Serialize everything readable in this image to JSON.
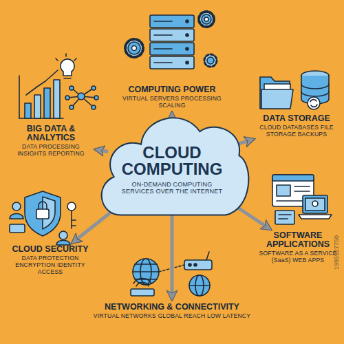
{
  "diagram": {
    "nodes": [
      {
        "text": [
          "COMPUTING POWER",
          "VIRTUAL SERVERS PROCESSING SCALING"
        ]
      },
      {
        "text": [
          "BIG DATA & ANALYTICS",
          "DATA PROCESSING INSIGHTS REPORTING"
        ]
      },
      {
        "text": [
          "DATA STORAGE",
          "CLOUD DATABASES FILE STORAGE BACKUPS"
        ]
      },
      {
        "text": [
          "CLOUD COMPUTING",
          "ON-DEMAND COMPUTING SERVICES OVER THE INTERNET"
        ]
      },
      {
        "text": [
          "CLOUD SECURITY",
          "DATA PROTECTION ENCRYPTION IDENTITY ACCESS"
        ]
      },
      {
        "text": [
          "SOFTWARE APPLICATIONS",
          "SOFTWARE AS A SERVICE (SaaS) WEB APPS"
        ]
      },
      {
        "text": [
          "NETWORKING & CONNECTIVITY",
          "VIRTUAL NETWORKS GLOBAL REACH LOW LATENCY"
        ]
      }
    ],
    "edges": [
      {
        "from": 3,
        "to": 0,
        "arrow": "to"
      },
      {
        "from": 3,
        "to": 1,
        "arrow": "to"
      },
      {
        "from": 3,
        "to": 2,
        "arrow": "to"
      },
      {
        "from": 3,
        "to": 4,
        "arrow": "to"
      },
      {
        "from": 3,
        "to": 5,
        "arrow": "to"
      },
      {
        "from": 3,
        "to": 6,
        "arrow": "to"
      }
    ],
    "labels": [
      "1995927750"
    ]
  }
}
